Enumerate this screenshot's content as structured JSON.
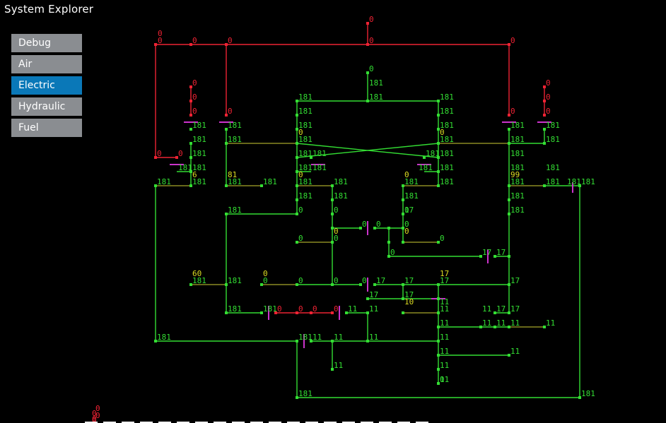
{
  "window": {
    "title": "System Explorer"
  },
  "menu": [
    {
      "label": "Debug",
      "active": false
    },
    {
      "label": "Air",
      "active": false
    },
    {
      "label": "Electric",
      "active": true
    },
    {
      "label": "Hydraulic",
      "active": false
    },
    {
      "label": "Fuel",
      "active": false
    }
  ],
  "colors": {
    "background": "#000000",
    "menu_button": "#8a8d91",
    "menu_active": "#0a78b8",
    "powered": "#33dd33",
    "unpowered": "#ee2233",
    "source": "#dddd22",
    "switch": "#cc33cc"
  },
  "diagram": {
    "readouts": [
      {
        "text": "0",
        "status": "red"
      },
      {
        "text": "0",
        "status": "red"
      },
      {
        "text": "0",
        "status": "red"
      },
      {
        "text": "0",
        "status": "red"
      },
      {
        "text": "0",
        "status": "red"
      },
      {
        "text": "0",
        "status": "red"
      },
      {
        "text": "0",
        "status": "red"
      },
      {
        "text": "0",
        "status": "red"
      },
      {
        "text": "0",
        "status": "red"
      },
      {
        "text": "0",
        "status": "red"
      },
      {
        "text": "0",
        "status": "red"
      },
      {
        "text": "0",
        "status": "red"
      },
      {
        "text": "0",
        "status": "red"
      },
      {
        "text": "0",
        "status": "red"
      },
      {
        "text": "0",
        "status": "red"
      },
      {
        "text": "0",
        "status": "red"
      },
      {
        "text": "0",
        "status": "red"
      },
      {
        "text": "0",
        "status": "red"
      },
      {
        "text": "0",
        "status": "red"
      },
      {
        "text": "0",
        "status": "red"
      },
      {
        "text": "0",
        "status": "green"
      },
      {
        "text": "181",
        "status": "green"
      },
      {
        "text": "181",
        "status": "green"
      },
      {
        "text": "181",
        "status": "green"
      },
      {
        "text": "181",
        "status": "green"
      },
      {
        "text": "181",
        "status": "green"
      },
      {
        "text": "181",
        "status": "green"
      },
      {
        "text": "181",
        "status": "green"
      },
      {
        "text": "181",
        "status": "green"
      },
      {
        "text": "181",
        "status": "green"
      },
      {
        "text": "181",
        "status": "green"
      },
      {
        "text": "181",
        "status": "green"
      },
      {
        "text": "181",
        "status": "green"
      },
      {
        "text": "181",
        "status": "green"
      },
      {
        "text": "181",
        "status": "green"
      },
      {
        "text": "181",
        "status": "green"
      },
      {
        "text": "181",
        "status": "green"
      },
      {
        "text": "181",
        "status": "green"
      },
      {
        "text": "181",
        "status": "green"
      },
      {
        "text": "181",
        "status": "green"
      },
      {
        "text": "181",
        "status": "green"
      },
      {
        "text": "181",
        "status": "green"
      },
      {
        "text": "181",
        "status": "green"
      },
      {
        "text": "181",
        "status": "green"
      },
      {
        "text": "181",
        "status": "green"
      },
      {
        "text": "181",
        "status": "green"
      },
      {
        "text": "181",
        "status": "green"
      },
      {
        "text": "181",
        "status": "green"
      },
      {
        "text": "181",
        "status": "green"
      },
      {
        "text": "181",
        "status": "green"
      },
      {
        "text": "181",
        "status": "green"
      },
      {
        "text": "181",
        "status": "green"
      },
      {
        "text": "181",
        "status": "green"
      },
      {
        "text": "181",
        "status": "green"
      },
      {
        "text": "0",
        "status": "yellow"
      },
      {
        "text": "0",
        "status": "yellow"
      },
      {
        "text": "6",
        "status": "yellow"
      },
      {
        "text": "81",
        "status": "yellow"
      },
      {
        "text": "0",
        "status": "yellow"
      },
      {
        "text": "0",
        "status": "yellow"
      },
      {
        "text": "99",
        "status": "yellow"
      },
      {
        "text": "181",
        "status": "green"
      },
      {
        "text": "181",
        "status": "green"
      },
      {
        "text": "181",
        "status": "green"
      },
      {
        "text": "181",
        "status": "green"
      },
      {
        "text": "181",
        "status": "green"
      },
      {
        "text": "181",
        "status": "green"
      },
      {
        "text": "181",
        "status": "green"
      },
      {
        "text": "181",
        "status": "green"
      },
      {
        "text": "181",
        "status": "green"
      },
      {
        "text": "181",
        "status": "green"
      },
      {
        "text": "181",
        "status": "green"
      },
      {
        "text": "181",
        "status": "green"
      },
      {
        "text": "181",
        "status": "green"
      },
      {
        "text": "181",
        "status": "green"
      },
      {
        "text": "181",
        "status": "green"
      },
      {
        "text": "181",
        "status": "green"
      },
      {
        "text": "17",
        "status": "green"
      },
      {
        "text": "181",
        "status": "green"
      },
      {
        "text": "0",
        "status": "green"
      },
      {
        "text": "0",
        "status": "green"
      },
      {
        "text": "0",
        "status": "green"
      },
      {
        "text": "0",
        "status": "green"
      },
      {
        "text": "0",
        "status": "green"
      },
      {
        "text": "0",
        "status": "green"
      },
      {
        "text": "0",
        "status": "yellow"
      },
      {
        "text": "0",
        "status": "yellow"
      },
      {
        "text": "0",
        "status": "green"
      },
      {
        "text": "0",
        "status": "green"
      },
      {
        "text": "0",
        "status": "green"
      },
      {
        "text": "0",
        "status": "green"
      },
      {
        "text": "17",
        "status": "green"
      },
      {
        "text": "17",
        "status": "green"
      },
      {
        "text": "60",
        "status": "yellow"
      },
      {
        "text": "181",
        "status": "green"
      },
      {
        "text": "0",
        "status": "yellow"
      },
      {
        "text": "0",
        "status": "green"
      },
      {
        "text": "181",
        "status": "green"
      },
      {
        "text": "0",
        "status": "green"
      },
      {
        "text": "0",
        "status": "green"
      },
      {
        "text": "0",
        "status": "green"
      },
      {
        "text": "17",
        "status": "green"
      },
      {
        "text": "17",
        "status": "green"
      },
      {
        "text": "17",
        "status": "yellow"
      },
      {
        "text": "17",
        "status": "green"
      },
      {
        "text": "17",
        "status": "green"
      },
      {
        "text": "17",
        "status": "green"
      },
      {
        "text": "17",
        "status": "green"
      },
      {
        "text": "10",
        "status": "yellow"
      },
      {
        "text": "11",
        "status": "green"
      },
      {
        "text": "181",
        "status": "green"
      },
      {
        "text": "181",
        "status": "green"
      },
      {
        "text": "0",
        "status": "red"
      },
      {
        "text": "0",
        "status": "red"
      },
      {
        "text": "0",
        "status": "red"
      },
      {
        "text": "0",
        "status": "red"
      },
      {
        "text": "11",
        "status": "green"
      },
      {
        "text": "11",
        "status": "green"
      },
      {
        "text": "11",
        "status": "green"
      },
      {
        "text": "11",
        "status": "green"
      },
      {
        "text": "17",
        "status": "green"
      },
      {
        "text": "17",
        "status": "green"
      },
      {
        "text": "11",
        "status": "green"
      },
      {
        "text": "11",
        "status": "green"
      },
      {
        "text": "11",
        "status": "green"
      },
      {
        "text": "11",
        "status": "green"
      },
      {
        "text": "11",
        "status": "green"
      },
      {
        "text": "11",
        "status": "green"
      },
      {
        "text": "181",
        "status": "green"
      },
      {
        "text": "181",
        "status": "green"
      },
      {
        "text": "11",
        "status": "green"
      },
      {
        "text": "11",
        "status": "green"
      },
      {
        "text": "11",
        "status": "green"
      },
      {
        "text": "11",
        "status": "green"
      },
      {
        "text": "11",
        "status": "green"
      },
      {
        "text": "11",
        "status": "green"
      },
      {
        "text": "11",
        "status": "green"
      },
      {
        "text": "11",
        "status": "green"
      },
      {
        "text": "0",
        "status": "green"
      },
      {
        "text": "181",
        "status": "green"
      },
      {
        "text": "181",
        "status": "green"
      },
      {
        "text": "0",
        "status": "red"
      },
      {
        "text": "0",
        "status": "red"
      }
    ]
  }
}
